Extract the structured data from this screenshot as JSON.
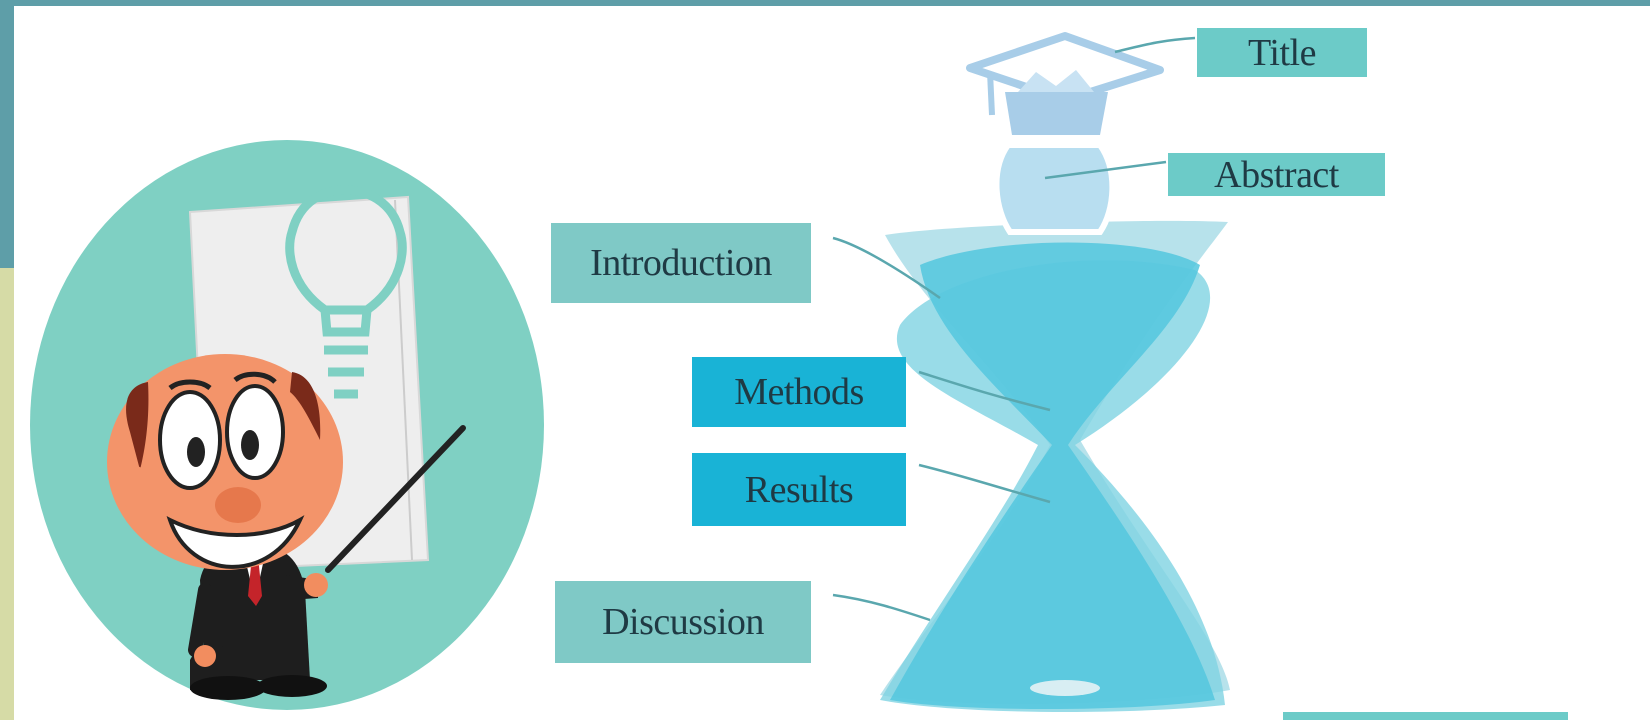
{
  "labels": {
    "title": "Title",
    "abstract": "Abstract",
    "introduction": "Introduction",
    "methods": "Methods",
    "results": "Results",
    "discussion": "Discussion"
  },
  "colors": {
    "frame_teal": "#5e9ea8",
    "frame_khaki": "#d6dba6",
    "label_teal": "#6ccbc8",
    "label_cyan": "#19b3d6",
    "hourglass_blue": "#5ccde0",
    "circle_teal": "#7fd0c3"
  },
  "icons": [
    "graduation-cap-icon",
    "lightbulb-icon",
    "presenter-character",
    "hourglass-figure"
  ]
}
